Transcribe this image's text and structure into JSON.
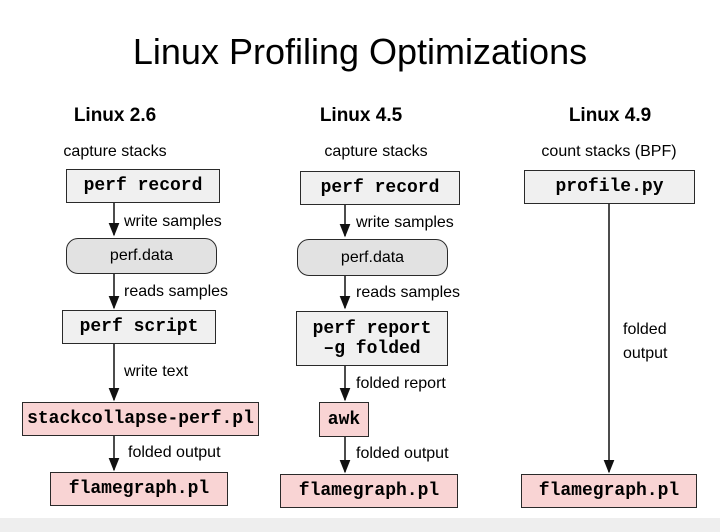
{
  "title": "Linux Profiling Optimizations",
  "columns": [
    {
      "header": "Linux 2.6",
      "caption": "capture stacks",
      "nodes": [
        "perf record",
        "perf.data",
        "perf script",
        "stackcollapse-perf.pl",
        "flamegraph.pl"
      ],
      "edges": [
        "write samples",
        "reads samples",
        "write text",
        "folded output"
      ]
    },
    {
      "header": "Linux 4.5",
      "caption": "capture stacks",
      "nodes": [
        "perf record",
        "perf.data",
        "perf report",
        "–g folded",
        "awk",
        "flamegraph.pl"
      ],
      "edges": [
        "write samples",
        "reads samples",
        "folded report",
        "folded output"
      ]
    },
    {
      "header": "Linux 4.9",
      "caption": "count stacks (BPF)",
      "nodes": [
        "profile.py",
        "flamegraph.pl"
      ],
      "edges": [
        "folded",
        "output"
      ]
    }
  ]
}
